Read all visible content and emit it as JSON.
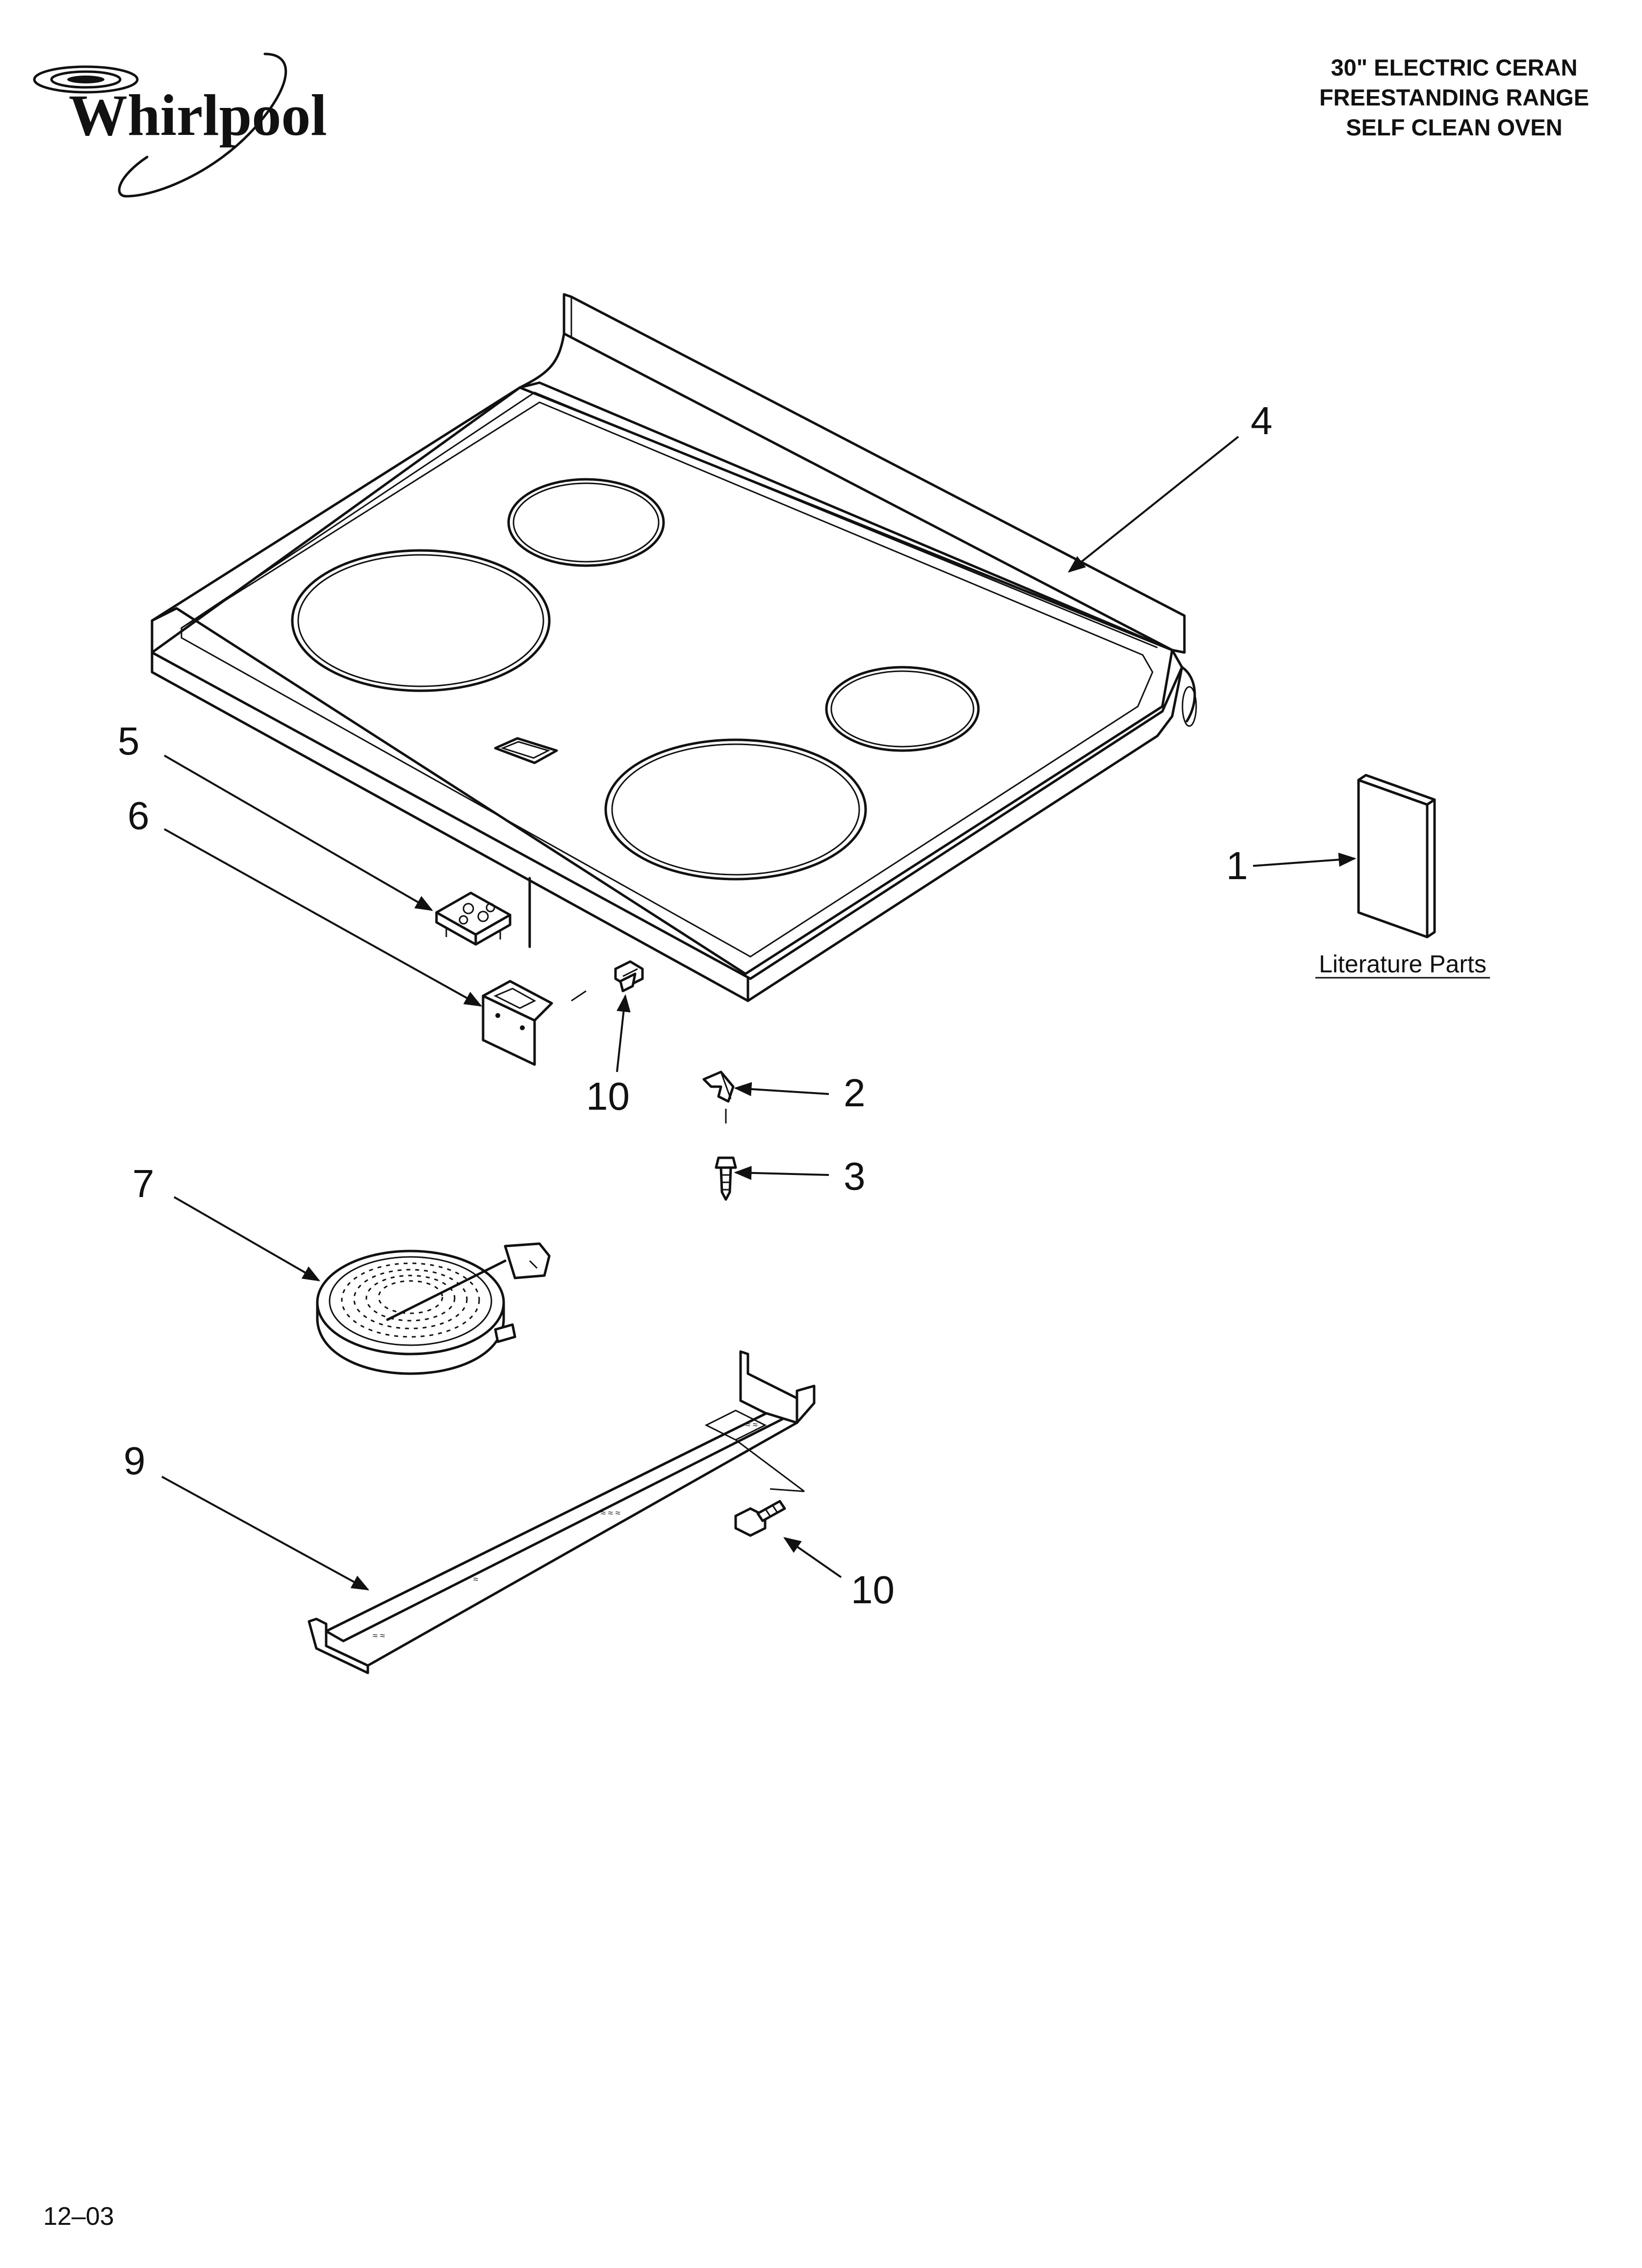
{
  "brand": {
    "logo_text": "Whirlpool"
  },
  "header": {
    "title_lines": [
      "30\" ELECTRIC CERAN",
      "FREESTANDING RANGE",
      "SELF CLEAN OVEN"
    ]
  },
  "callouts": {
    "c1": "1",
    "c2": "2",
    "c3": "3",
    "c4": "4",
    "c5": "5",
    "c6": "6",
    "c7": "7",
    "c9": "9",
    "c10a": "10",
    "c10b": "10"
  },
  "literature_label": "Literature Parts",
  "footer": {
    "code": "12–03"
  },
  "colors": {
    "ink": "#111111",
    "background": "#ffffff"
  }
}
